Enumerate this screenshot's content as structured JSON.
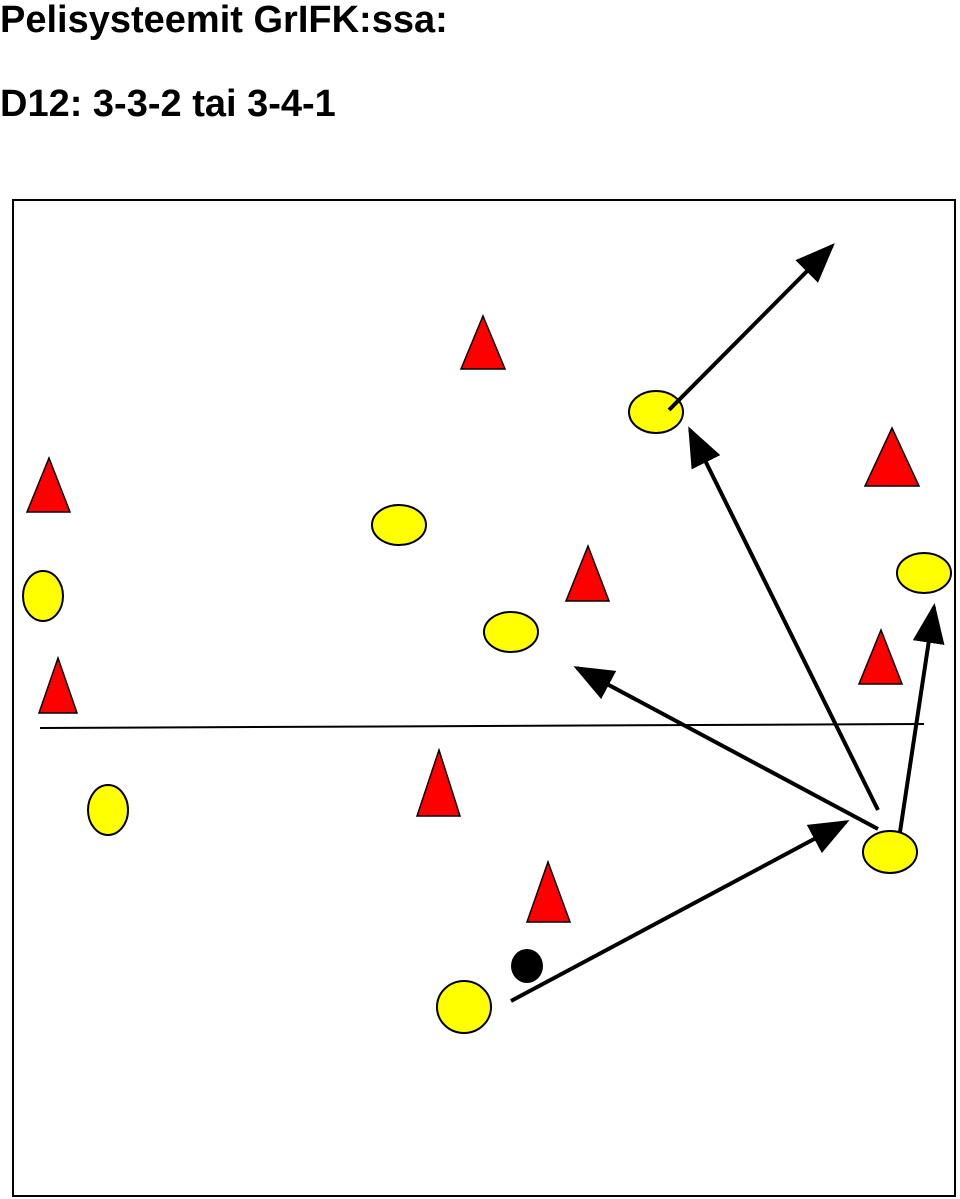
{
  "header": {
    "title": "Pelisysteemit GrIFK:ssa:",
    "subtitle": "D12: 3-3-2 tai 3-4-1"
  },
  "colors": {
    "own_player": "#ffff00",
    "opponent": "#ff0000",
    "ball": "#000000",
    "line": "#000000",
    "field_background": "#ffffff"
  },
  "legend_semantics": {
    "own_player_shape": "yellow ellipse",
    "opponent_shape": "red triangle",
    "ball_shape": "black circle",
    "pass_shape": "arrow"
  }
}
